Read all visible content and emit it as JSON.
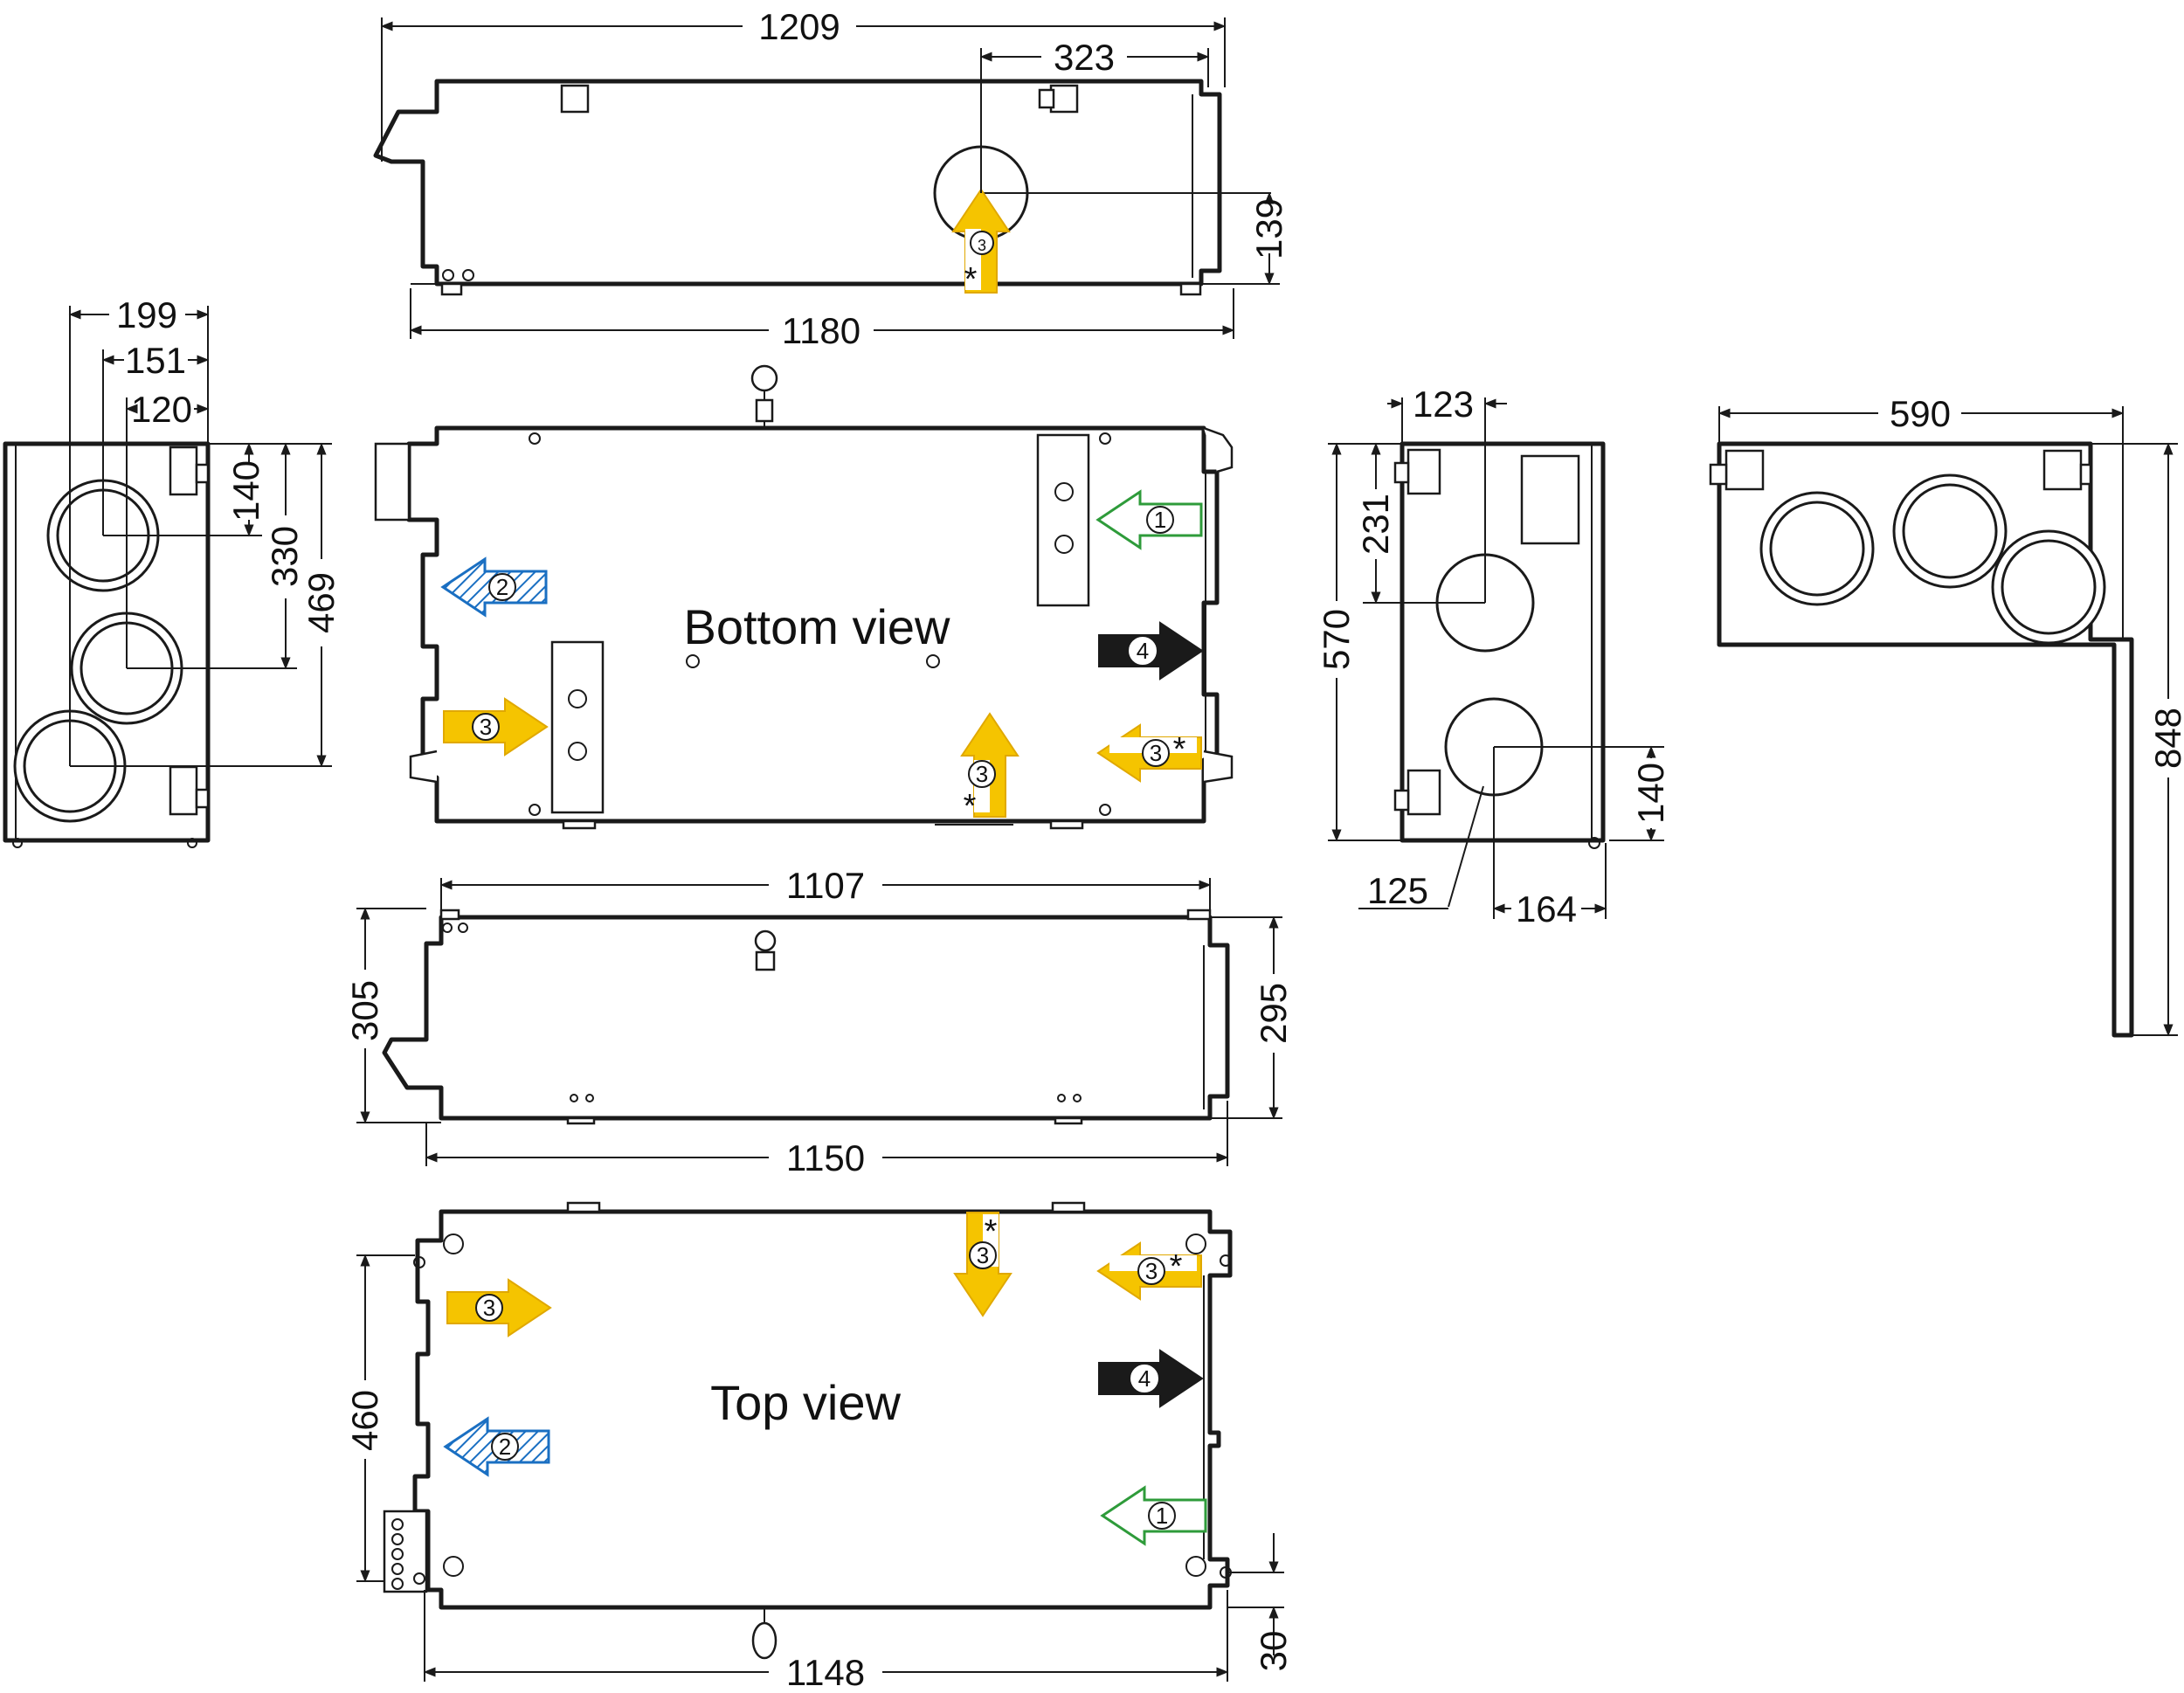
{
  "views": {
    "bottom_label": "Bottom view",
    "top_label": "Top view"
  },
  "dimensions": {
    "front_top_width": "1209",
    "front_port_offset": "323",
    "front_port_height": "139",
    "front_bottom_width": "1180",
    "left_199": "199",
    "left_151": "151",
    "left_120": "120",
    "left_140": "140",
    "left_330": "330",
    "left_469": "469",
    "side_123": "123",
    "side_231": "231",
    "side_570": "570",
    "side_140": "140",
    "side_125": "125",
    "side_164": "164",
    "bracket_590": "590",
    "bracket_848": "848",
    "rear_1107": "1107",
    "rear_305": "305",
    "rear_295": "295",
    "rear_1150": "1150",
    "top_460": "460",
    "top_30": "30",
    "top_1148": "1148"
  },
  "airflow_markers": {
    "outdoor": "1",
    "exhaust": "2",
    "supply": "3",
    "extract": "4",
    "alt_marker": "*"
  },
  "colors": {
    "line": "#1a1a1a",
    "supply_fill": "#f5c400",
    "outdoor_stroke": "#2e9b3a",
    "exhaust_stroke": "#1a6fc2",
    "extract_fill": "#1a1a1a"
  }
}
